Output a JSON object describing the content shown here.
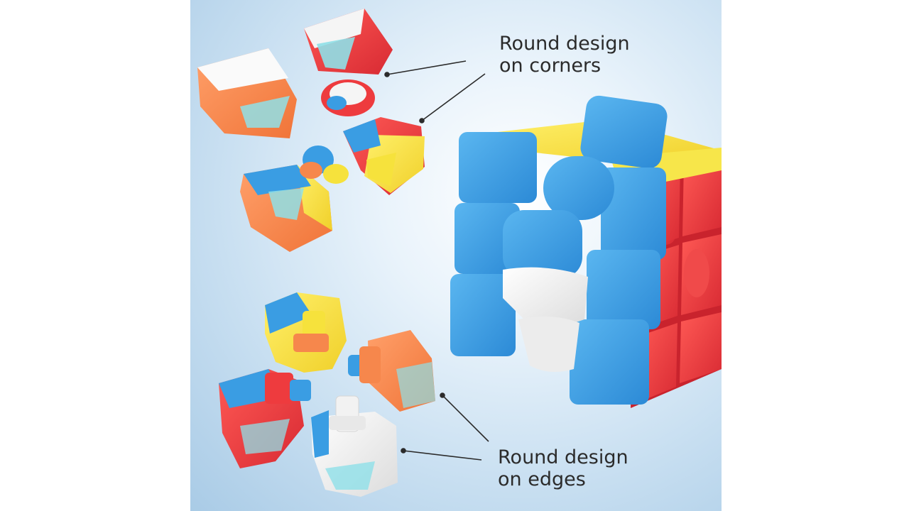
{
  "image": {
    "subject": "speed-cube-explode-view",
    "background_color": "#b7d3ea",
    "sticker_colors": {
      "blue": "#3a9de3",
      "red": "#ee3b3e",
      "yellow": "#f6e23c",
      "orange": "#f6874c",
      "white": "#f2f2f2",
      "cyan_accent": "#8fe0e8"
    }
  },
  "callouts": {
    "corners": {
      "line1": "Round design",
      "line2": "on corners"
    },
    "edges": {
      "line1": "Round design",
      "line2": "on edges"
    }
  }
}
